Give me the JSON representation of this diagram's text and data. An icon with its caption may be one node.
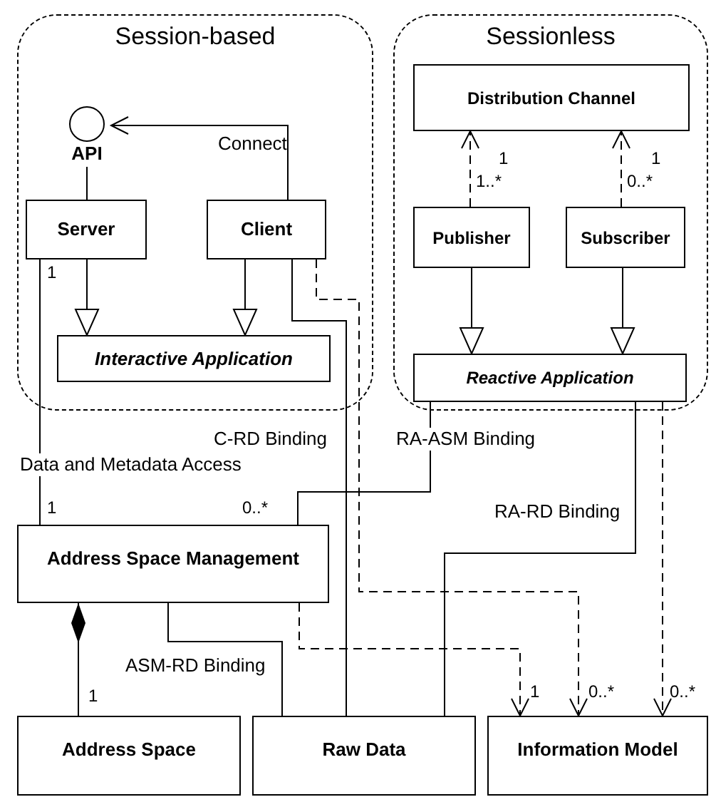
{
  "diagram": {
    "nodes": [
      {
        "text": [
          "Session-based"
        ]
      },
      {
        "text": [
          "API"
        ],
        "in": 0
      },
      {
        "text": [
          "Server"
        ],
        "in": 0
      },
      {
        "text": [
          "Client"
        ],
        "in": 0
      },
      {
        "text": [
          "Interactive Application"
        ],
        "in": 0
      },
      {
        "text": [
          "Sessionless"
        ]
      },
      {
        "text": [
          "Distribution Channel"
        ],
        "in": 5
      },
      {
        "text": [
          "Publisher"
        ],
        "in": 5
      },
      {
        "text": [
          "Subscriber"
        ],
        "in": 5
      },
      {
        "text": [
          "Reactive Application"
        ],
        "in": 5
      },
      {
        "text": [
          "Address Space Management"
        ]
      },
      {
        "text": [
          "Address Space"
        ]
      },
      {
        "text": [
          "Raw Data"
        ]
      },
      {
        "text": [
          "Information Model"
        ]
      }
    ],
    "edges": [
      {
        "from": 2,
        "to": 1,
        "arrow": "none"
      },
      {
        "from": 3,
        "to": 1,
        "arrow": "to",
        "label": "Connect"
      },
      {
        "from": 2,
        "to": 4,
        "arrow": "to"
      },
      {
        "from": 3,
        "to": 4,
        "arrow": "to"
      },
      {
        "from": 7,
        "to": 6,
        "arrow": "to",
        "style": "dashed"
      },
      {
        "from": 8,
        "to": 6,
        "arrow": "to",
        "style": "dashed"
      },
      {
        "from": 7,
        "to": 9,
        "arrow": "to"
      },
      {
        "from": 8,
        "to": 9,
        "arrow": "to"
      },
      {
        "from": 2,
        "to": 10,
        "arrow": "none",
        "label": "Data and Metadata Access"
      },
      {
        "from": 3,
        "to": 12,
        "arrow": "none",
        "label": "C-RD Binding"
      },
      {
        "from": 3,
        "to": 13,
        "arrow": "to",
        "style": "dashed"
      },
      {
        "from": 9,
        "to": 10,
        "arrow": "none",
        "label": "RA-ASM Binding"
      },
      {
        "from": 9,
        "to": 12,
        "arrow": "none",
        "label": "RA-RD Binding"
      },
      {
        "from": 9,
        "to": 13,
        "arrow": "to",
        "style": "dashed"
      },
      {
        "from": 10,
        "to": 13,
        "arrow": "to",
        "style": "dashed"
      },
      {
        "from": 10,
        "to": 11,
        "arrow": "other"
      },
      {
        "from": 10,
        "to": 12,
        "arrow": "none",
        "label": "ASM-RD Binding"
      }
    ],
    "labels": [
      "1",
      "1",
      "1..*",
      "0..*",
      "1",
      "1",
      "0..*",
      "1",
      "1",
      "0..*",
      "0..*"
    ]
  }
}
